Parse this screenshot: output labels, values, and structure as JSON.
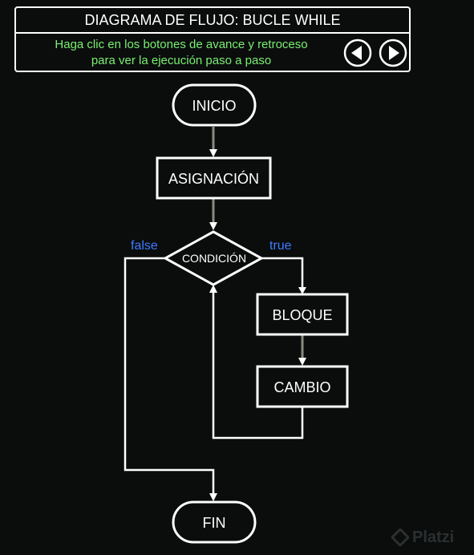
{
  "header": {
    "title": "DIAGRAMA DE FLUJO: BUCLE WHILE",
    "instruction_line1": "Haga clic en los botones de avance y retroceso",
    "instruction_line2": "para ver la ejecución paso a paso",
    "prev_icon": "circle-left-arrow-icon",
    "next_icon": "circle-right-arrow-icon"
  },
  "flow": {
    "start": "INICIO",
    "assignment": "ASIGNACIÓN",
    "condition": "CONDICIÓN",
    "block": "BLOQUE",
    "change": "CAMBIO",
    "end": "FIN",
    "label_false": "false",
    "label_true": "true"
  },
  "colors": {
    "background": "#0b0d0d",
    "stroke": "#ffffff",
    "instruction": "#78f070",
    "branch_label": "#3d7bff",
    "connector": "#8a8a80"
  },
  "watermark": {
    "text": "Platzi",
    "icon": "platzi-logo-icon"
  }
}
